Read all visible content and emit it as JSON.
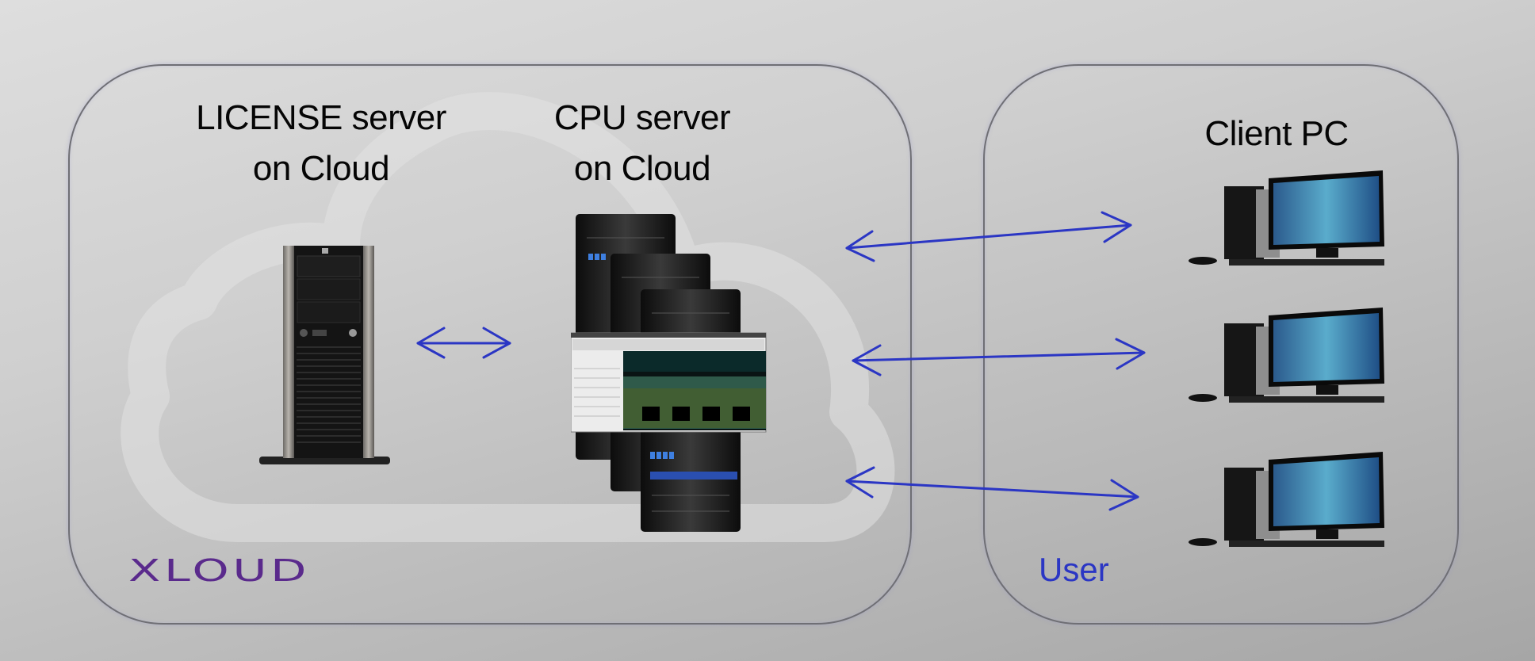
{
  "diagram": {
    "cloud_group": {
      "license_server": {
        "title_line1": "LICENSE server",
        "title_line2": "on Cloud",
        "icon": "tower-server-icon"
      },
      "cpu_server": {
        "title_line1": "CPU server",
        "title_line2": "on Cloud",
        "icon": "rack-server-stack-icon",
        "overlay": "eda-layout-screenshot"
      },
      "brand": "XLOUD",
      "background_icon": "cloud-icon"
    },
    "user_group": {
      "title": "Client PC",
      "label": "User",
      "clients": [
        {
          "name": "client-pc-1",
          "icon": "desktop-pc-icon"
        },
        {
          "name": "client-pc-2",
          "icon": "desktop-pc-icon"
        },
        {
          "name": "client-pc-3",
          "icon": "desktop-pc-icon"
        }
      ]
    },
    "connections": [
      {
        "from": "LICENSE server",
        "to": "CPU server",
        "type": "bidirectional"
      },
      {
        "from": "CPU server",
        "to": "client-pc-1",
        "type": "bidirectional"
      },
      {
        "from": "CPU server",
        "to": "client-pc-2",
        "type": "bidirectional"
      },
      {
        "from": "CPU server",
        "to": "client-pc-3",
        "type": "bidirectional"
      }
    ],
    "colors": {
      "arrow": "#2b36c4",
      "brand": "#5a2a8c",
      "user_label": "#2b36c4",
      "panel_border": "#6f6f75"
    }
  }
}
